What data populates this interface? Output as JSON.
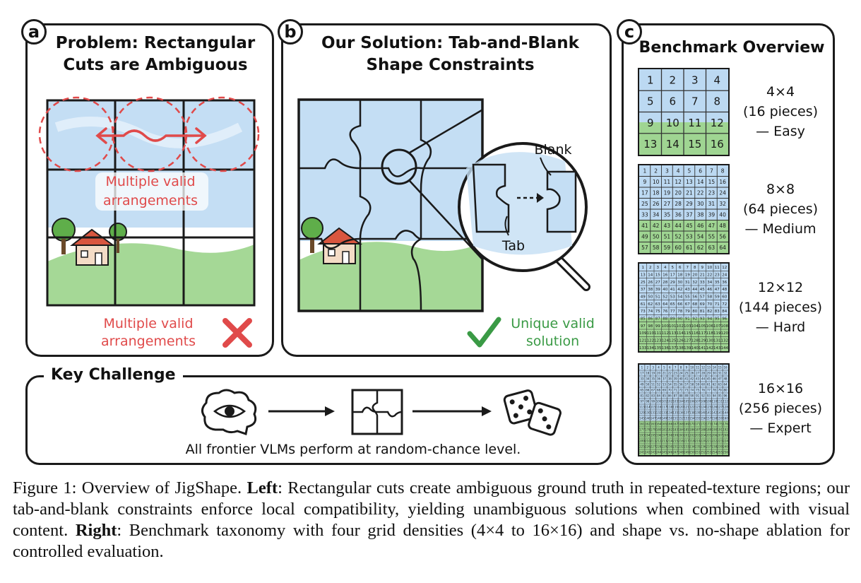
{
  "panel_a": {
    "badge": "a",
    "title_line1": "Problem: Rectangular",
    "title_line2": "Cuts are Ambiguous",
    "overlay_line1": "Multiple valid",
    "overlay_line2": "arrangements",
    "bottom_line1": "Multiple valid",
    "bottom_line2": "arrangements"
  },
  "panel_b": {
    "badge": "b",
    "title_line1": "Our Solution: Tab-and-Blank",
    "title_line2": "Shape Constraints",
    "blank_label": "Blank",
    "tab_label": "Tab",
    "result_line1": "Unique valid",
    "result_line2": "solution"
  },
  "panel_c": {
    "badge": "c",
    "title": "Benchmark Overview",
    "levels": [
      {
        "grid": "4×4",
        "pieces": "(16 pieces)",
        "difficulty": "— Easy",
        "n": 4
      },
      {
        "grid": "8×8",
        "pieces": "(64 pieces)",
        "difficulty": "— Medium",
        "n": 8
      },
      {
        "grid": "12×12",
        "pieces": "(144 pieces)",
        "difficulty": "— Hard",
        "n": 12
      },
      {
        "grid": "16×16",
        "pieces": "(256 pieces)",
        "difficulty": "— Expert",
        "n": 16
      }
    ]
  },
  "key_challenge": {
    "title": "Key Challenge",
    "caption": "All frontier VLMs perform at random-chance level."
  },
  "figure_caption": {
    "label": "Figure 1: Overview of JigShape.",
    "left_bold": "Left",
    "left_text": ": Rectangular cuts create ambiguous ground truth in repeated-texture regions; our tab-and-blank constraints enforce local compatibility, yielding unambiguous solutions when combined with visual content.",
    "right_bold": "Right",
    "right_text": ": Benchmark taxonomy with four grid densities (4×4 to 16×16) and shape vs. no-shape ablation for controlled evaluation."
  },
  "colors": {
    "sky": "#bcd9f2",
    "grass": "#9fd592",
    "red": "#e04a4a",
    "green": "#3a9a45",
    "ink": "#1a1a1a"
  }
}
